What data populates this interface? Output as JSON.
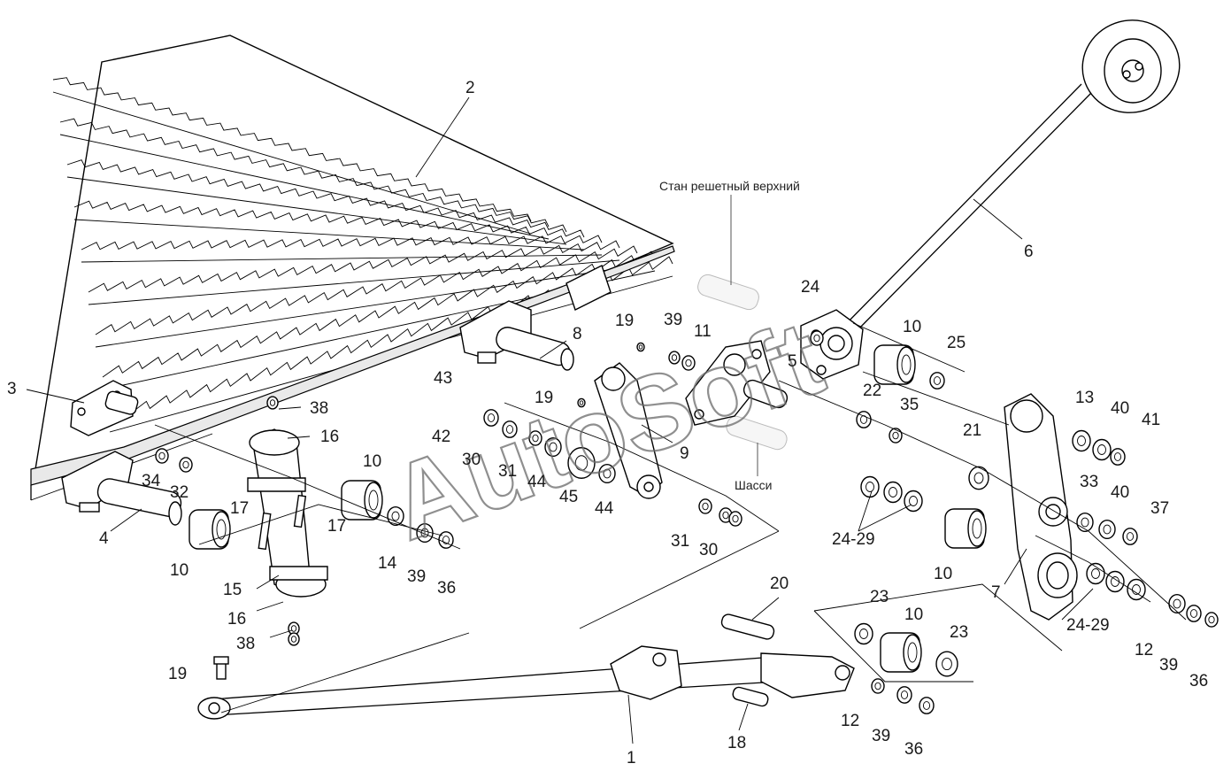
{
  "watermark": "AutoSoft",
  "captions": {
    "upper_sieve": "Стан решетный верхний",
    "chassis": "Шасси"
  },
  "callouts": {
    "c1": "1",
    "c2": "2",
    "c3": "3",
    "c4": "4",
    "c5": "5",
    "c6": "6",
    "c7": "7",
    "c8": "8",
    "c9": "9",
    "c10a": "10",
    "c10b": "10",
    "c10c": "10",
    "c10d": "10",
    "c10e": "10",
    "c11": "11",
    "c12a": "12",
    "c12b": "12",
    "c13": "13",
    "c14": "14",
    "c15": "15",
    "c16a": "16",
    "c16b": "16",
    "c17a": "17",
    "c17b": "17",
    "c18": "18",
    "c19a": "19",
    "c19b": "19",
    "c19c": "19",
    "c20": "20",
    "c21": "21",
    "c22": "22",
    "c23a": "23",
    "c23b": "23",
    "c24": "24",
    "c2429a": "24-29",
    "c2429b": "24-29",
    "c25": "25",
    "c30a": "30",
    "c30b": "30",
    "c31a": "31",
    "c31b": "31",
    "c32": "32",
    "c33": "33",
    "c34": "34",
    "c35": "35",
    "c36a": "36",
    "c36b": "36",
    "c36c": "36",
    "c37": "37",
    "c38a": "38",
    "c38b": "38",
    "c39a": "39",
    "c39b": "39",
    "c39c": "39",
    "c39d": "39",
    "c40a": "40",
    "c40b": "40",
    "c41": "41",
    "c42": "42",
    "c43": "43",
    "c44a": "44",
    "c44b": "44",
    "c45": "45"
  }
}
